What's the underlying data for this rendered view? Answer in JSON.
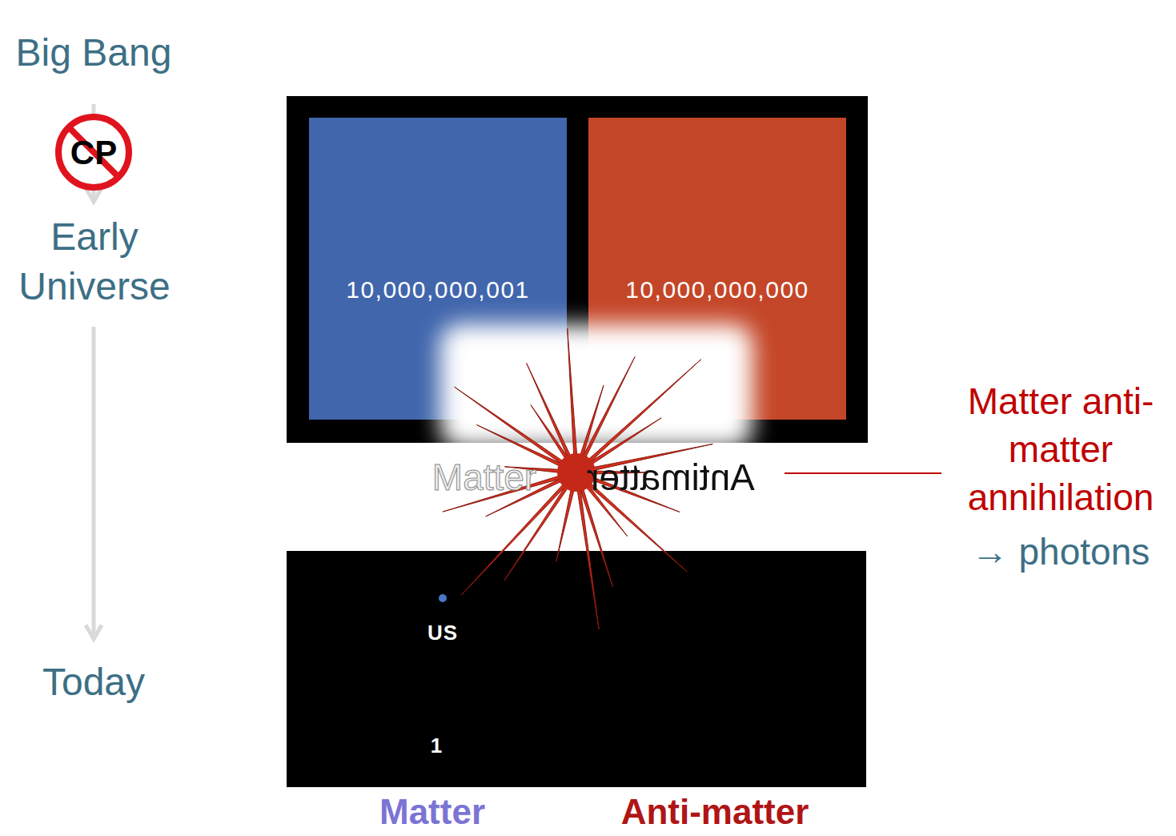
{
  "diagram": {
    "nodes": [
      {
        "text": [
          "10,000,000,001"
        ]
      },
      {
        "text": [
          "10,000,000,000"
        ]
      },
      {
        "text": [
          "US",
          "1"
        ]
      }
    ],
    "labels": [
      "Big Bang",
      "CP",
      "Early Universe",
      "Today",
      "Matter",
      "Antimatter",
      "Matter anti-matter annihilation",
      "→ photons",
      "Matter",
      "Anti-matter"
    ]
  }
}
